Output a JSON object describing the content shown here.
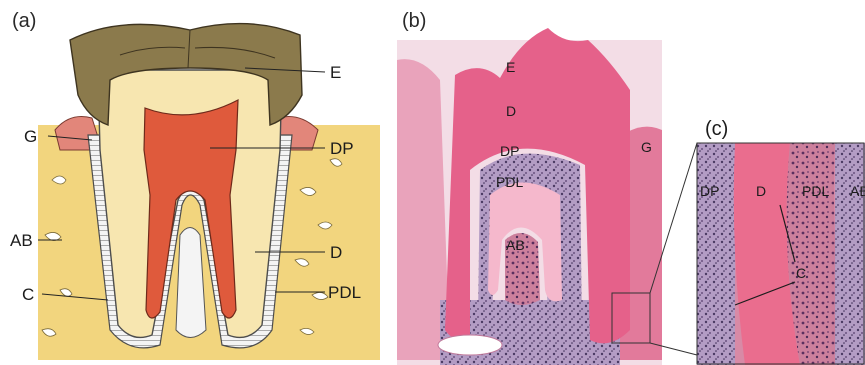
{
  "panels": {
    "a": {
      "letter": "(a)",
      "labels": {
        "enamel": "E",
        "gingiva": "G",
        "dental_pulp": "DP",
        "alveolar_bone": "AB",
        "dentin": "D",
        "cementum": "C",
        "periodontal_ligament": "PDL"
      }
    },
    "b": {
      "letter": "(b)",
      "labels": {
        "enamel": "E",
        "dentin": "D",
        "dental_pulp": "DP",
        "periodontal_ligament": "PDL",
        "alveolar_bone": "AB",
        "gingiva": "G"
      }
    },
    "c": {
      "letter": "(c)",
      "labels": {
        "dental_pulp": "DP",
        "dentin": "D",
        "periodontal_ligament": "PDL",
        "alveolar_bone": "AB",
        "cementum": "C"
      }
    }
  },
  "colors": {
    "enamel": "#8b7a4c",
    "dentin": "#f7e6b0",
    "pulp": "#df5a3c",
    "bone": "#f2d57e",
    "gingiva": "#e2867a",
    "histo_pink": "#e56b86",
    "histo_dark": "#5b4670"
  }
}
